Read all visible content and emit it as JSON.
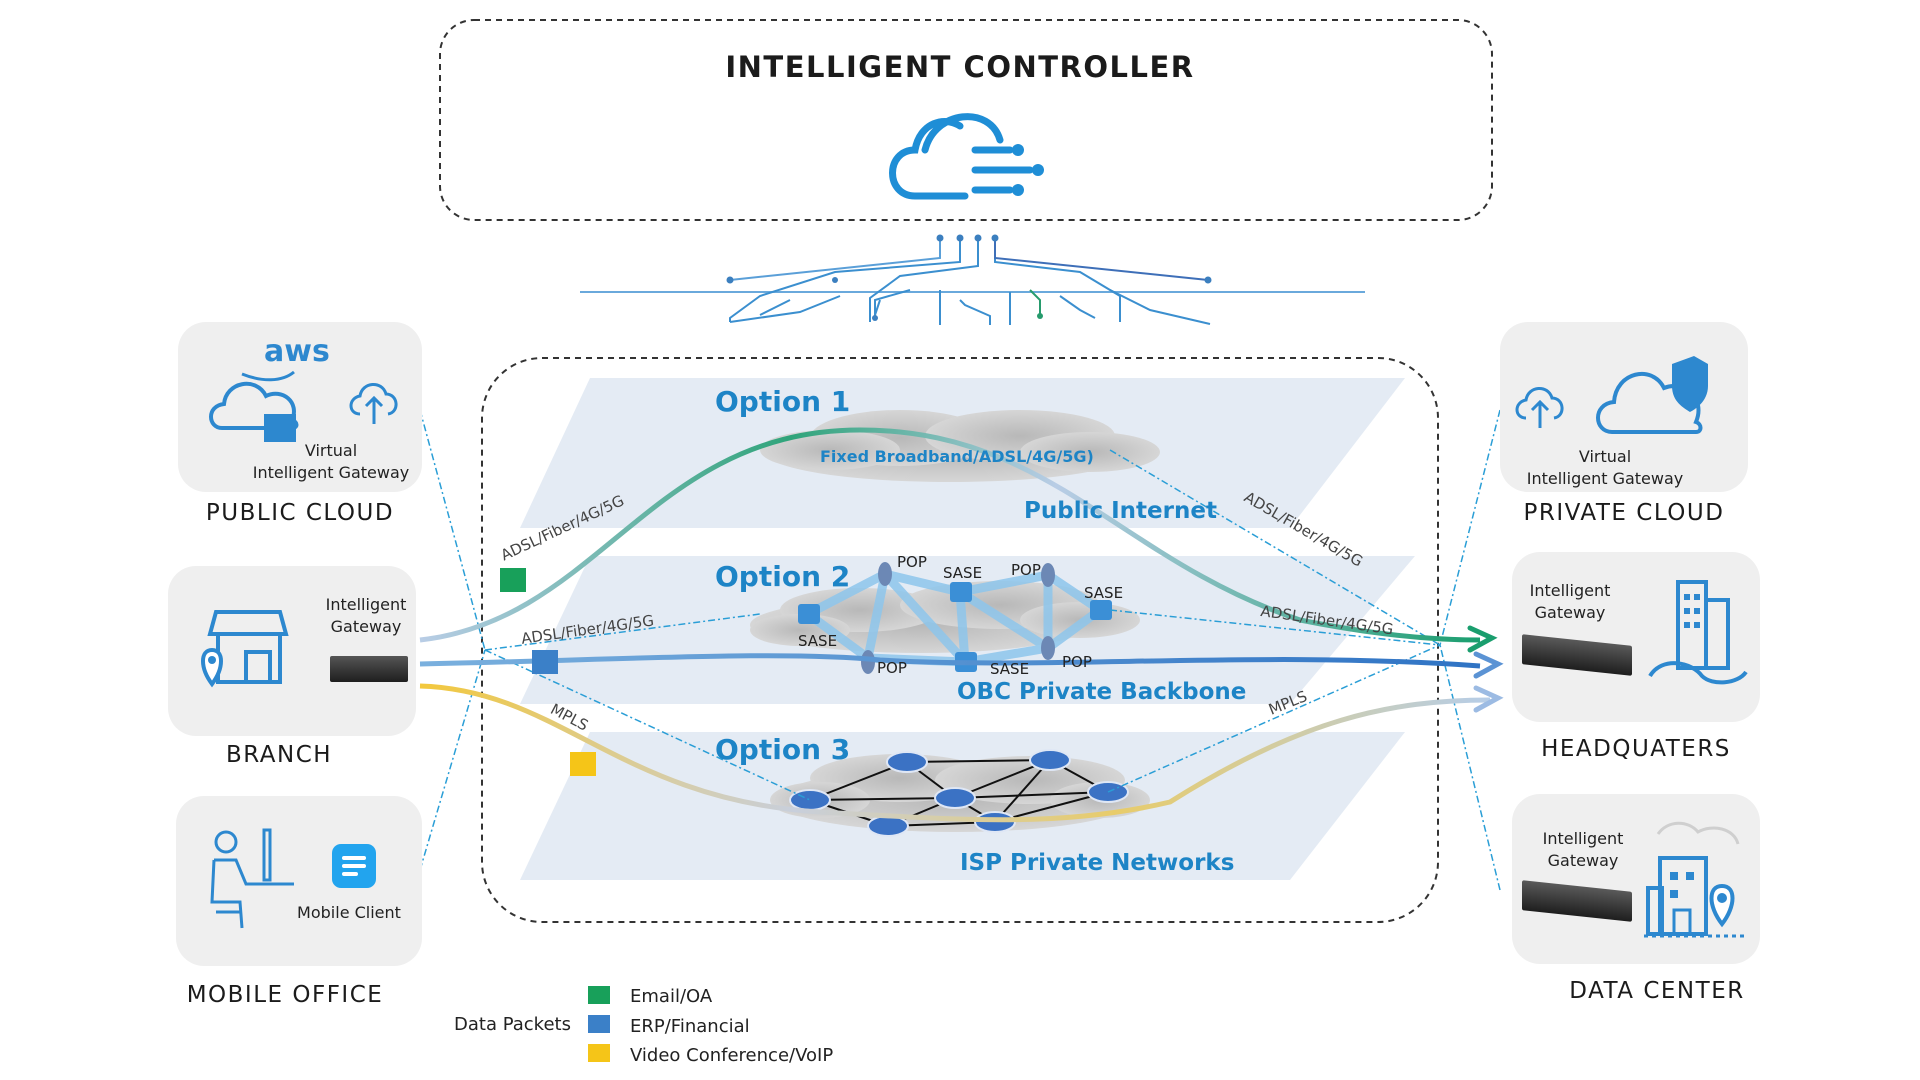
{
  "controller": {
    "title": "INTELLIGENT CONTROLLER"
  },
  "options": [
    {
      "label": "Option 1",
      "plane_title": "Public Internet",
      "cloud_text": "Fixed Broadband/ADSL/4G/5G)"
    },
    {
      "label": "Option 2",
      "plane_title": "OBC Private Backbone"
    },
    {
      "label": "Option 3",
      "plane_title": "ISP Private Networks"
    }
  ],
  "backbone_tags": {
    "pop": "POP",
    "sase": "SASE"
  },
  "left_nodes": {
    "public_cloud": {
      "title": "PUBLIC CLOUD",
      "aws": "aws",
      "gateway_label": "Virtual\nIntelligent Gateway"
    },
    "branch": {
      "title": "BRANCH",
      "gateway_label": "Intelligent\nGateway"
    },
    "mobile_office": {
      "title": "MOBILE OFFICE",
      "client_label": "Mobile Client"
    }
  },
  "right_nodes": {
    "private_cloud": {
      "title": "PRIVATE CLOUD",
      "gateway_label": "Virtual\nIntelligent Gateway"
    },
    "headquarters": {
      "title": "HEADQUATERS",
      "gateway_label": "Intelligent\nGateway"
    },
    "data_center": {
      "title": "DATA CENTER",
      "gateway_label": "Intelligent\nGateway"
    }
  },
  "link_labels": {
    "left_top": "ADSL/Fiber/4G/5G",
    "left_mid": "ADSL/Fiber/4G/5G",
    "left_bottom": "MPLS",
    "right_top": "ADSL/Fiber/4G/5G",
    "right_mid": "ADSL/Fiber/4G/5G",
    "right_bottom": "MPLS"
  },
  "legend": {
    "title": "Data Packets",
    "items": [
      {
        "label": "Email/OA",
        "color": "#18a05a"
      },
      {
        "label": "ERP/Financial",
        "color": "#3b80c8"
      },
      {
        "label": "Video Conference/VoIP",
        "color": "#f5c518"
      }
    ]
  },
  "colors": {
    "accent": "#1d84c6",
    "email": "#18a05a",
    "erp": "#3b80c8",
    "video": "#f5c518"
  }
}
